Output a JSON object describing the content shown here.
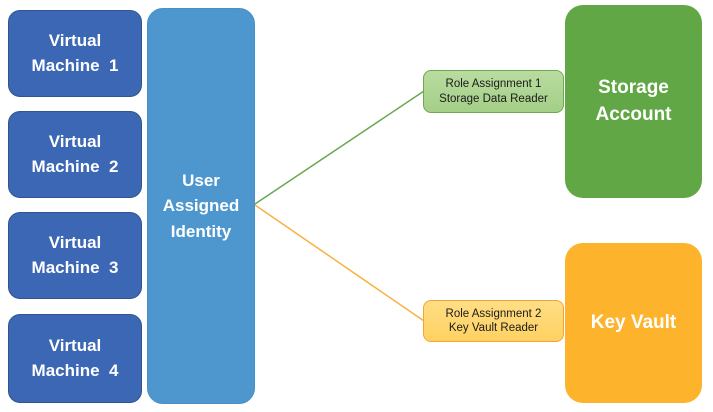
{
  "diagram": {
    "type": "azure-managed-identity-diagram",
    "background": "#ffffff",
    "vms": [
      {
        "label": "Virtual\nMachine  1"
      },
      {
        "label": "Virtual\nMachine  2"
      },
      {
        "label": "Virtual\nMachine  3"
      },
      {
        "label": "Virtual\nMachine  4"
      }
    ],
    "identity": {
      "label": "User\nAssigned\nIdentity"
    },
    "role_assignments": [
      {
        "label": "Role Assignment 1\nStorage Data Reader",
        "fill": "#A9D18E",
        "border": "#70A84F",
        "connector_color": "#69A84F"
      },
      {
        "label": "Role Assignment 2\nKey Vault Reader",
        "fill": "#FFD56E",
        "border": "#F2A33B",
        "connector_color": "#FBB040"
      }
    ],
    "targets": [
      {
        "label": "Storage\nAccount",
        "fill": "#61A745"
      },
      {
        "label": "Key Vault",
        "fill": "#FDB32B"
      }
    ],
    "palette": {
      "vm_fill": "#3B67B5",
      "vm_border": "#2F548F",
      "identity_fill": "#4E97CE",
      "storage_fill": "#61A745",
      "keyvault_fill": "#FDB32B",
      "text_on_dark": "#FFFFFF",
      "text_on_light": "#1B1B1B"
    }
  }
}
